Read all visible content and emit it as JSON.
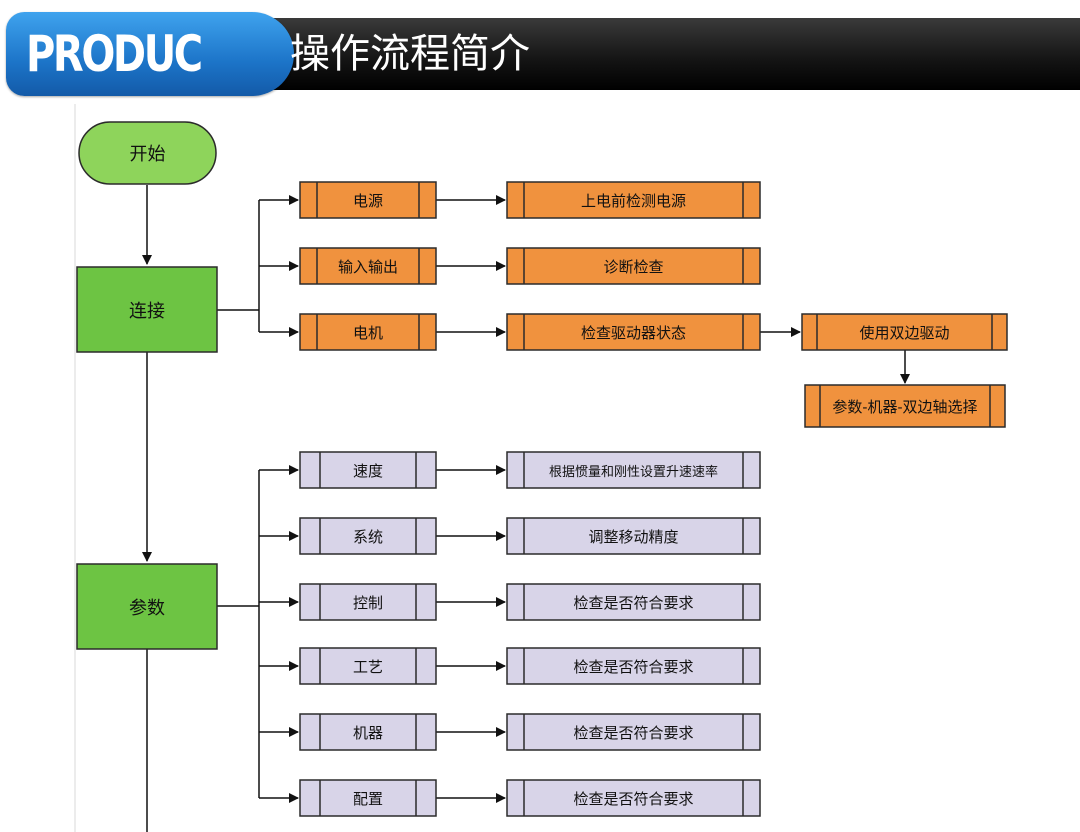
{
  "header": {
    "brand": "PRODUC",
    "title": "操作流程简介"
  },
  "flowchart": {
    "start": "开始",
    "main_steps": [
      "连接",
      "参数"
    ],
    "connection": {
      "items": [
        {
          "label": "电源",
          "detail": "上电前检测电源"
        },
        {
          "label": "输入输出",
          "detail": "诊断检查"
        },
        {
          "label": "电机",
          "detail": "检查驱动器状态"
        }
      ],
      "extra": [
        "使用双边驱动",
        "参数-机器-双边轴选择"
      ]
    },
    "parameters": {
      "items": [
        {
          "label": "速度",
          "detail": "根据惯量和刚性设置升速速率"
        },
        {
          "label": "系统",
          "detail": "调整移动精度"
        },
        {
          "label": "控制",
          "detail": "检查是否符合要求"
        },
        {
          "label": "工艺",
          "detail": "检查是否符合要求"
        },
        {
          "label": "机器",
          "detail": "检查是否符合要求"
        },
        {
          "label": "配置",
          "detail": "检查是否符合要求"
        }
      ]
    }
  },
  "colors": {
    "start_fill": "#8ed45b",
    "step_fill": "#6dc443",
    "connection_fill": "#f0923e",
    "parameter_fill": "#d8d4e8"
  }
}
